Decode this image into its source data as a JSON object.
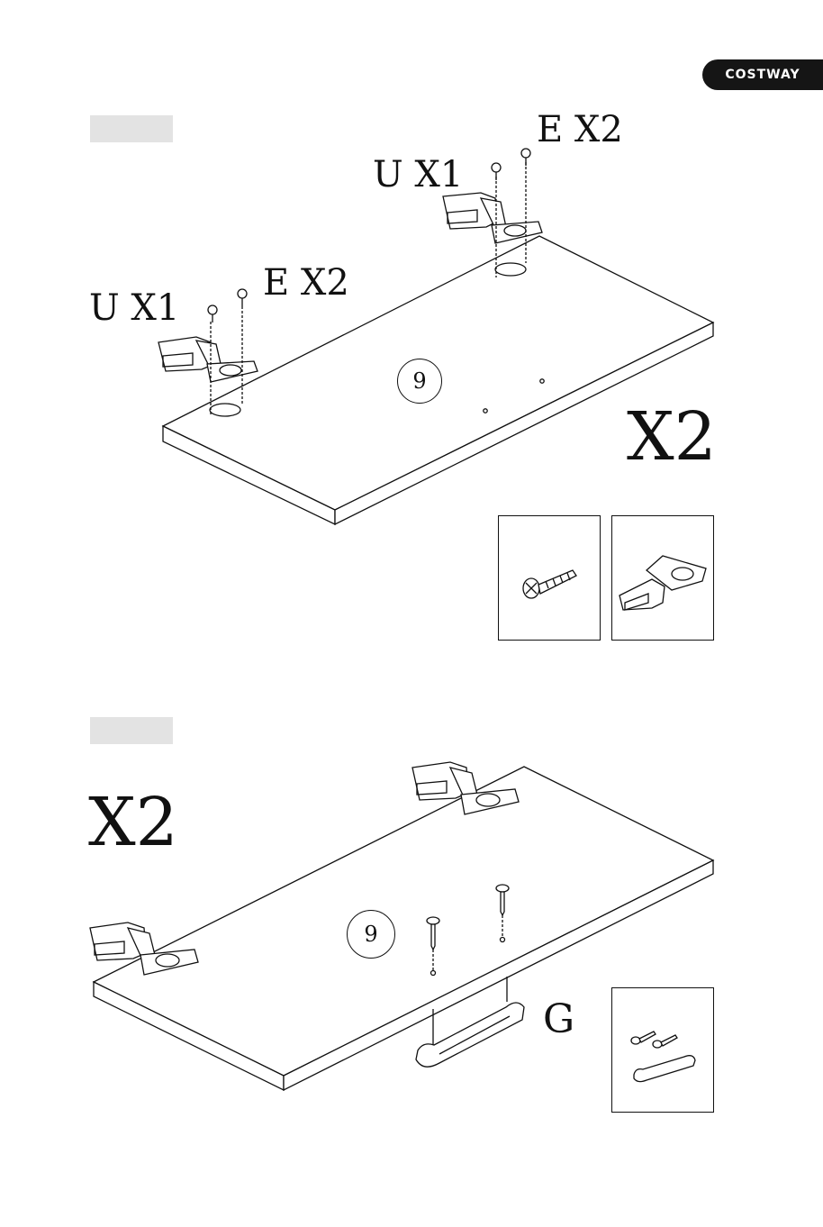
{
  "brand": "COSTWAY",
  "step1": {
    "hinge_left_label": "U X1",
    "screw_left_label": "E X2",
    "hinge_right_label": "U X1",
    "screw_right_label": "E X2",
    "part_number": "9",
    "quantity": "X2",
    "parts_boxes": [
      "screw-e",
      "hinge-u"
    ]
  },
  "step2": {
    "quantity": "X2",
    "part_number": "9",
    "handle_label": "G",
    "parts_boxes": [
      "handle-g"
    ]
  }
}
